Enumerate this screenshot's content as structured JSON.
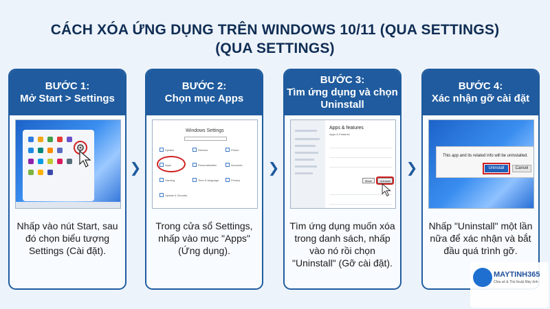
{
  "title": {
    "line1": "CÁCH XÓA ỨNG DỤNG TRÊN WINDOWS 10/11 (QUA SETTINGS)",
    "line2": "(QUA SETTINGS)"
  },
  "steps": [
    {
      "step": "BƯỚC 1:",
      "heading": "Mở Start > Settings",
      "text": "Nhấp vào nút Start, sau đó chọn biểu tượng Settings (Cài đặt)."
    },
    {
      "step": "BƯỚC 2:",
      "heading": "Chọn mục Apps",
      "text": "Trong cửa sổ Settings, nhấp vào mục \"Apps\" (Ứng dụng).",
      "screenshot": {
        "window_title": "Windows Settings",
        "items": [
          "System",
          "Devices",
          "Phone",
          "Apps",
          "Personalization",
          "Accounts",
          "Gaming",
          "Time & language",
          "Privacy",
          "Update & Security"
        ]
      }
    },
    {
      "step": "BƯỚC 3:",
      "heading": "Tìm ứng dụng và chọn Uninstall",
      "text": "Tìm ứng dụng muốn xóa trong danh sách, nhấp vào nó rồi chọn \"Uninstall\" (Gỡ cài đặt).",
      "screenshot": {
        "page_title": "Apps & features",
        "sub": "Apps & Features",
        "move": "Move",
        "uninstall": "Uninstall"
      }
    },
    {
      "step": "BƯỚC 4:",
      "heading": "Xác nhận gỡ cài đặt",
      "text": "Nhấp \"Uninstall\" một lần nữa để xác nhận và bắt đầu quá trình gỡ.",
      "screenshot": {
        "message": "This app and its related info will be uninstalled.",
        "uninstall": "Uninstall",
        "cancel": "Cancel"
      }
    }
  ],
  "arrow_glyph": "❯",
  "logo": {
    "name": "MAYTINH365",
    "tagline": "Chia sẻ & Thủ thuật Máy tính"
  },
  "colors": {
    "primary": "#1f5b9e",
    "title": "#0f2d54",
    "highlight": "#d11f1f"
  }
}
